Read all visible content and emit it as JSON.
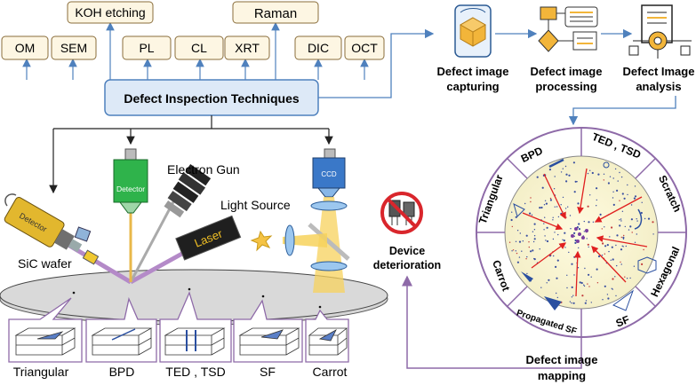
{
  "techniques": {
    "title": "Defect Inspection Techniques",
    "top": [
      "KOH etching",
      "Raman"
    ],
    "boxes": [
      "OM",
      "SEM",
      "PL",
      "CL",
      "XRT",
      "DIC",
      "OCT"
    ]
  },
  "setup": {
    "electron_gun": "Electron Gun",
    "light_source": "Light Source",
    "sic_wafer": "SiC wafer",
    "detector_left": "Detector",
    "detector_top": "Detector",
    "laser": "Laser",
    "ccd": "CCD"
  },
  "defects_bottom": [
    "Triangular",
    "BPD",
    "TED , TSD",
    "SF",
    "Carrot"
  ],
  "pipeline": [
    {
      "line1": "Defect image",
      "line2": "capturing"
    },
    {
      "line1": "Defect image",
      "line2": "processing"
    },
    {
      "line1": "Defect Image",
      "line2": "analysis"
    }
  ],
  "wafer_map": {
    "segments": [
      "BPD",
      "TED , TSD",
      "Scratch",
      "Hexagonal",
      "SF",
      "Propagated SF",
      "Carrot",
      "Triangular"
    ],
    "caption_line1": "Defect image",
    "caption_line2": "mapping"
  },
  "device": {
    "line1": "Device",
    "line2": "deterioration"
  },
  "colors": {
    "box_fill": "#fdf6e3",
    "box_stroke": "#8a6d3b",
    "title_fill": "#dde9f7",
    "title_stroke": "#4f81bd",
    "arrow_blue": "#4f81bd",
    "purple": "#8e6aa8",
    "laser_beam": "#b48ac8",
    "light_beam": "#f5c344",
    "wafer": "#d6d6d6"
  }
}
